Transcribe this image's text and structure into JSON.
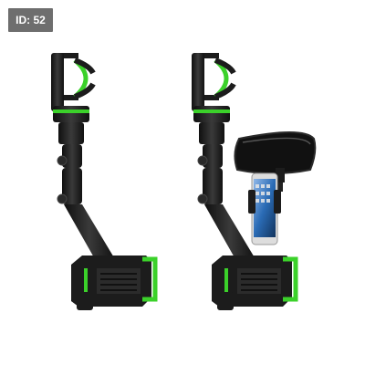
{
  "badge": {
    "label": "ID: 52"
  },
  "product": {
    "colors": {
      "body": "#1c1c1c",
      "body_light": "#3a3a3a",
      "accent": "#3bd12a",
      "mirror": "#111111",
      "phone_screen": "#2a6bb5"
    },
    "views": [
      "mount-alone",
      "mount-with-mirror-and-phone"
    ]
  }
}
